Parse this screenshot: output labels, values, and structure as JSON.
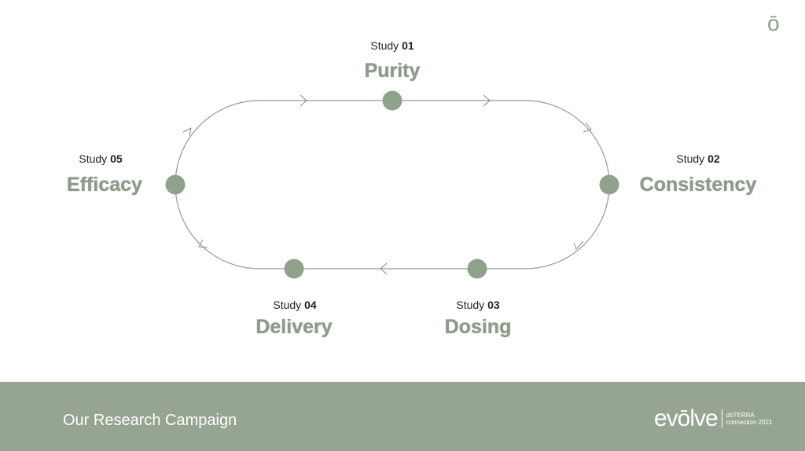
{
  "corner_logo": "ō",
  "studies": [
    {
      "prefix": "Study ",
      "number": "01",
      "name": "Purity"
    },
    {
      "prefix": "Study ",
      "number": "02",
      "name": "Consistency"
    },
    {
      "prefix": "Study ",
      "number": "03",
      "name": "Dosing"
    },
    {
      "prefix": "Study ",
      "number": "04",
      "name": "Delivery"
    },
    {
      "prefix": "Study ",
      "number": "05",
      "name": "Efficacy"
    }
  ],
  "footer": {
    "title": "Our Research Campaign",
    "logo_word": "evōlve",
    "logo_line1": "dōTERRA",
    "logo_line2": "connection 2021"
  },
  "colors": {
    "accent": "#8fa38c",
    "footer": "#96a592"
  }
}
